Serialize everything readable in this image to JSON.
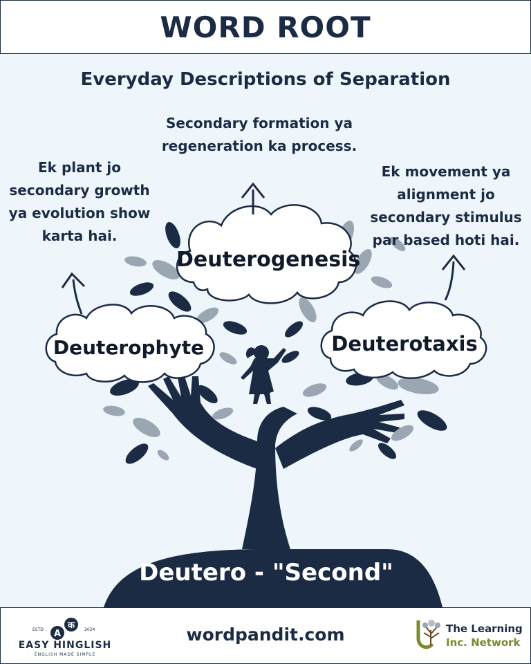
{
  "header": {
    "title": "WORD ROOT"
  },
  "subtitle": "Everyday Descriptions of Separation",
  "words": [
    {
      "word": "Deuterogenesis",
      "description": "Secondary formation ya regeneration ka process."
    },
    {
      "word": "Deuterophyte",
      "description": "Ek plant jo secondary growth ya evolution show karta hai."
    },
    {
      "word": "Deuterotaxis",
      "description": "Ek movement ya alignment jo secondary stimulus par based hoti hai."
    }
  ],
  "root": {
    "text": "Deutero - \"Second\""
  },
  "footer": {
    "site": "wordpandit.com",
    "left_logo": {
      "name": "EASY HINGLISH",
      "tagline": "ENGLISH MADE SIMPLE",
      "estd": "ESTD",
      "year": "2024",
      "glyph_a": "A",
      "glyph_b": "क"
    },
    "right_logo": {
      "line1": "The Learning",
      "line2": "Inc. Network"
    }
  },
  "colors": {
    "navy": "#1b2b44",
    "background": "#eef6fb",
    "leaf_grey": "#9aa6b2",
    "accent_olive": "#7a8b2c"
  },
  "icons": [
    "arrow-up-icon",
    "tree-icon",
    "hands-icon",
    "child-icon",
    "leaf-icon",
    "cloud-icon"
  ]
}
